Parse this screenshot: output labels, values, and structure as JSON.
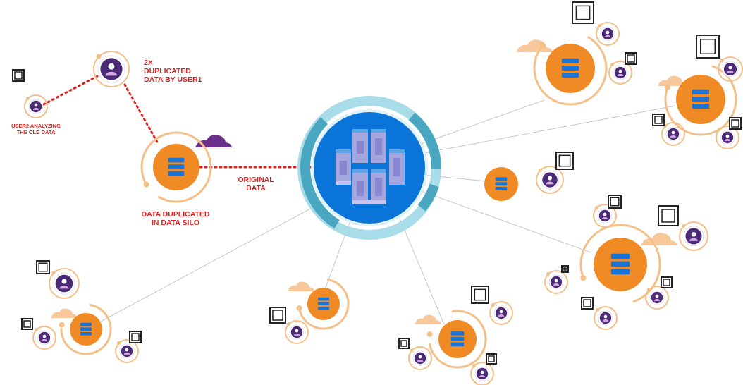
{
  "colors": {
    "data_line": "#e02020",
    "orange": "#f08a24",
    "orange_ring": "#f4c08a",
    "cloud_light": "#f7c89a",
    "cloud_purple": "#6b2f8c",
    "hub_blue": "#0a74d8",
    "hub_ring": "#56b3cc",
    "user_ring": "#f4c08a",
    "link_line": "#c8c8c8"
  },
  "labels": {
    "user1_line1": "2X",
    "user1_line2": "DUPLICATED",
    "user1_line3": "DATA BY USER1",
    "user2_line1": "USER2 ANALYZING",
    "user2_line2": "THE OLD DATA",
    "original_line1": "ORIGINAL",
    "original_line2": "DATA",
    "silo_line1": "DATA DUPLICATED",
    "silo_line2": "IN DATA SILO"
  },
  "icons": {
    "database": "database-icon",
    "user": "user-avatar-icon",
    "cloud": "cloud-icon",
    "hub": "central-data-hub-icon",
    "frame": "square-frame-icon"
  }
}
